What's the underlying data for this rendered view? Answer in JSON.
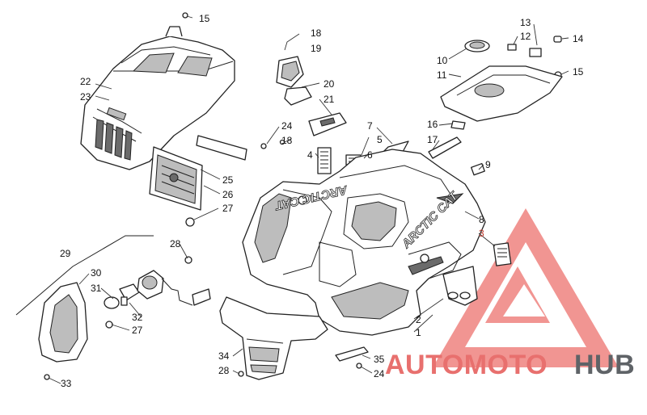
{
  "diagram": {
    "callouts": [
      {
        "id": "c15a",
        "label": "15"
      },
      {
        "id": "c22",
        "label": "22"
      },
      {
        "id": "c23",
        "label": "23"
      },
      {
        "id": "c18a",
        "label": "18"
      },
      {
        "id": "c19",
        "label": "19"
      },
      {
        "id": "c20",
        "label": "20"
      },
      {
        "id": "c21",
        "label": "21"
      },
      {
        "id": "c24a",
        "label": "24"
      },
      {
        "id": "c18b",
        "label": "18"
      },
      {
        "id": "c4",
        "label": "4"
      },
      {
        "id": "c5",
        "label": "5"
      },
      {
        "id": "c6",
        "label": "6"
      },
      {
        "id": "c7",
        "label": "7"
      },
      {
        "id": "c13",
        "label": "13"
      },
      {
        "id": "c12",
        "label": "12"
      },
      {
        "id": "c14",
        "label": "14"
      },
      {
        "id": "c10",
        "label": "10"
      },
      {
        "id": "c11",
        "label": "11"
      },
      {
        "id": "c15b",
        "label": "15"
      },
      {
        "id": "c16",
        "label": "16"
      },
      {
        "id": "c17",
        "label": "17"
      },
      {
        "id": "c9",
        "label": "9"
      },
      {
        "id": "c25",
        "label": "25"
      },
      {
        "id": "c26",
        "label": "26"
      },
      {
        "id": "c27a",
        "label": "27"
      },
      {
        "id": "c28a",
        "label": "28"
      },
      {
        "id": "c29",
        "label": "29"
      },
      {
        "id": "c30",
        "label": "30"
      },
      {
        "id": "c31",
        "label": "31"
      },
      {
        "id": "c32",
        "label": "32"
      },
      {
        "id": "c27b",
        "label": "27"
      },
      {
        "id": "c33",
        "label": "33"
      },
      {
        "id": "c34",
        "label": "34"
      },
      {
        "id": "c28b",
        "label": "28"
      },
      {
        "id": "c35",
        "label": "35"
      },
      {
        "id": "c24b",
        "label": "24"
      },
      {
        "id": "c8",
        "label": "8"
      },
      {
        "id": "c3",
        "label": "3"
      },
      {
        "id": "c2",
        "label": "2"
      },
      {
        "id": "c1",
        "label": "1"
      }
    ],
    "decal_text": {
      "hood_top": "ARCTIC CAT",
      "fender_side": "ARCTIC CAT"
    }
  },
  "watermark": {
    "part1": "AUTOMOTO",
    "part2": "HUB",
    "color_red": "#e8706e",
    "color_gray": "#5f6367",
    "color_triangle": "#f08a86"
  }
}
